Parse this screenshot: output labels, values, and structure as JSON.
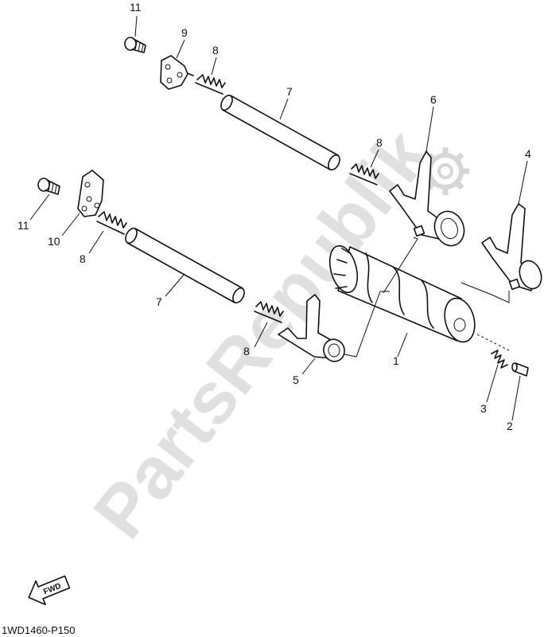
{
  "diagram": {
    "watermark": "PartsRepublik",
    "drawing_code": "1WD1460-P150",
    "fwd_label": "FWD",
    "callouts": {
      "c1": "1",
      "c2": "2",
      "c3": "3",
      "c4": "4",
      "c5": "5",
      "c6": "6",
      "c7a": "7",
      "c7b": "7",
      "c8a": "8",
      "c8b": "8",
      "c8c": "8",
      "c8d": "8",
      "c9": "9",
      "c10": "10",
      "c11a": "11",
      "c11b": "11"
    },
    "colors": {
      "line": "#111111",
      "watermark": "#d6d6d6"
    }
  }
}
